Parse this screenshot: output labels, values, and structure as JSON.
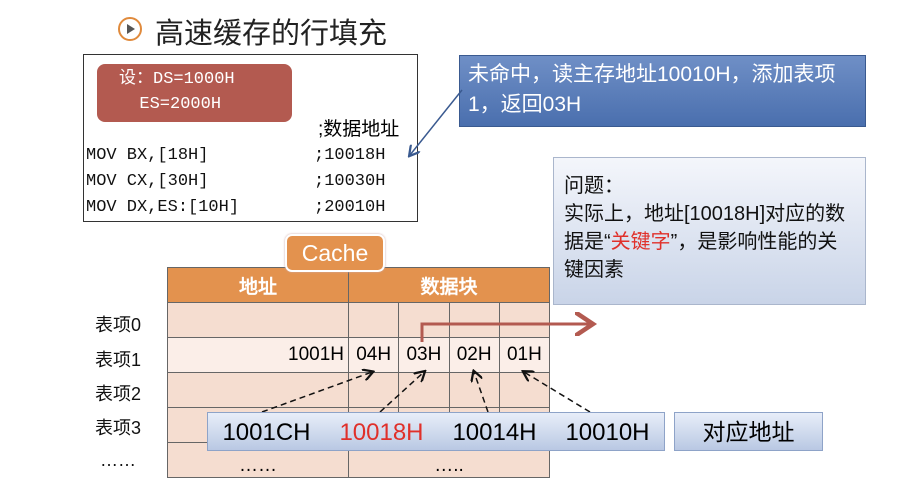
{
  "title": "高速缓存的行填充",
  "setup": {
    "line1": "设：DS=1000H",
    "line2": "  ES=2000H"
  },
  "code": {
    "comment_header": ";数据地址",
    "lines": [
      {
        "instr": "MOV BX,[18H]",
        "addr": ";10018H"
      },
      {
        "instr": "MOV CX,[30H]",
        "addr": ";10030H"
      },
      {
        "instr": "MOV DX,ES:[10H]",
        "addr": ";20010H"
      }
    ]
  },
  "miss_note": "未命中，读主存地址10010H，添加表项1，返回03H",
  "question": {
    "heading": "问题：",
    "text_a": "实际上，地址[10018H]对应的数据是“",
    "highlight": "关键字",
    "text_b": "”，是影响性能的关键因素"
  },
  "cache": {
    "label": "Cache",
    "headers": [
      "地址",
      "数据块"
    ],
    "rows": [
      {
        "label": "表项0",
        "addr": "",
        "data": [
          "",
          "",
          "",
          ""
        ]
      },
      {
        "label": "表项1",
        "addr": "1001H",
        "data": [
          "04H",
          "03H",
          "02H",
          "01H"
        ]
      },
      {
        "label": "表项2",
        "addr": "",
        "data": [
          "",
          "",
          "",
          ""
        ]
      },
      {
        "label": "表项3",
        "addr": "",
        "data": [
          "",
          "",
          "",
          ""
        ]
      },
      {
        "label": "……",
        "addr": "……",
        "data": "….."
      }
    ]
  },
  "addresses": [
    "1001CH",
    "10018H",
    "10014H",
    "10010H"
  ],
  "addresses_label": "对应地址",
  "colors": {
    "highlight": "#e0302a",
    "header": "#e3924e"
  }
}
